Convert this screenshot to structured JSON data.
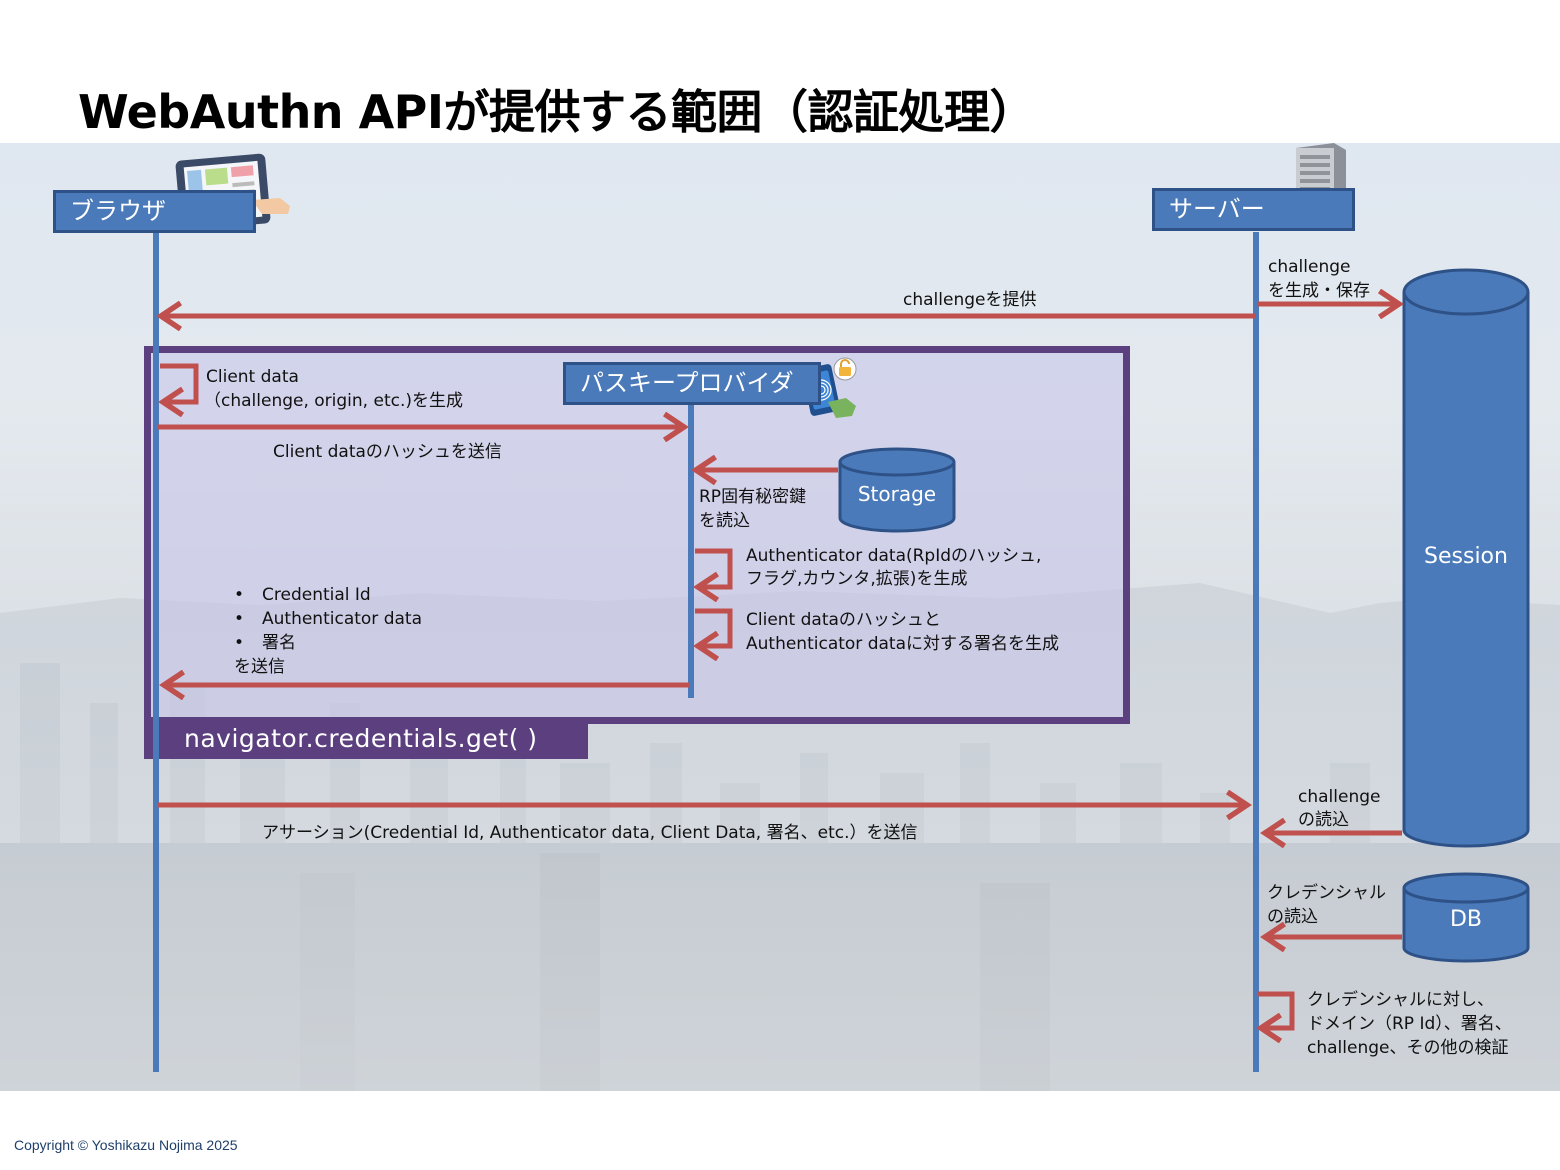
{
  "title": "WebAuthn APIが提供する範囲（認証処理）",
  "actors": {
    "browser": "ブラウザ",
    "server": "サーバー",
    "provider": "パスキープロバイダ"
  },
  "stores": {
    "session": "Session",
    "storage": "Storage",
    "db": "DB"
  },
  "api_label": "navigator.credentials.get( )",
  "messages": {
    "provide_challenge": "challengeを提供",
    "gen_save_1": "challenge",
    "gen_save_2": "を生成・保存",
    "client_data_1": "Client data",
    "client_data_2": "（challenge, origin, etc.)を生成",
    "send_hash": "Client dataのハッシュを送信",
    "read_key_1": "RP固有秘密鍵",
    "read_key_2": "を読込",
    "auth_data_1": "Authenticator data(RpIdのハッシュ,",
    "auth_data_2": "フラグ,カウンタ,拡張)を生成",
    "sign_1": "Client dataのハッシュと",
    "sign_2": "Authenticator dataに対する署名を生成",
    "bullet_1": "Credential Id",
    "bullet_2": "Authenticator data",
    "bullet_3": "署名",
    "send_suffix": "を送信",
    "assertion": "アサーション(Credential Id, Authenticator data, Client Data, 署名、etc.）を送信",
    "read_challenge_1": "challenge",
    "read_challenge_2": "の読込",
    "read_cred_1": "クレデンシャル",
    "read_cred_2": "の読込",
    "verify_1": "クレデンシャルに対し、",
    "verify_2": "ドメイン（RP Id）、署名、",
    "verify_3": "challenge、その他の検証"
  },
  "bullet_glyph": "•",
  "copyright": "Copyright © Yoshikazu Nojima 2025",
  "colors": {
    "lifeline": "#4a7ab9",
    "arrow": "#c0504d",
    "frame": "#5b3f7f",
    "cylinder": "#4a7ab9"
  },
  "icons": [
    "tablet-icon",
    "server-tower-icon",
    "smartphone-fingerprint-icon",
    "lock-icon"
  ]
}
